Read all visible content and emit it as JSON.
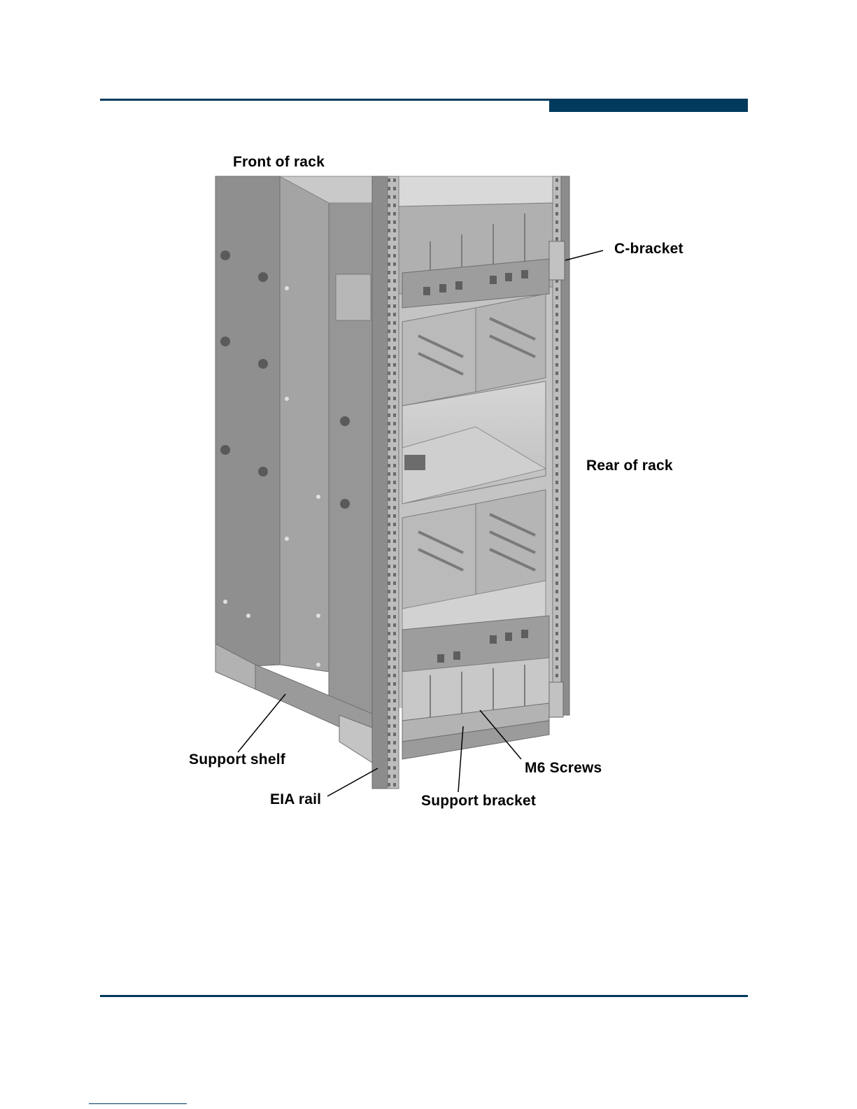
{
  "colors": {
    "header_rule": "#003a5d",
    "steel_dark": "#8e8e8e",
    "steel_mid": "#a9a9a9",
    "steel_light": "#d0d0d0",
    "steel_face": "#bcbcbc"
  },
  "figure": {
    "labels": {
      "front_of_rack": "Front of rack",
      "c_bracket": "C-bracket",
      "rear_of_rack": "Rear of rack",
      "support_shelf": "Support shelf",
      "m6_screws": "M6 Screws",
      "eia_rail": "EIA rail",
      "support_bracket": "Support bracket"
    }
  }
}
